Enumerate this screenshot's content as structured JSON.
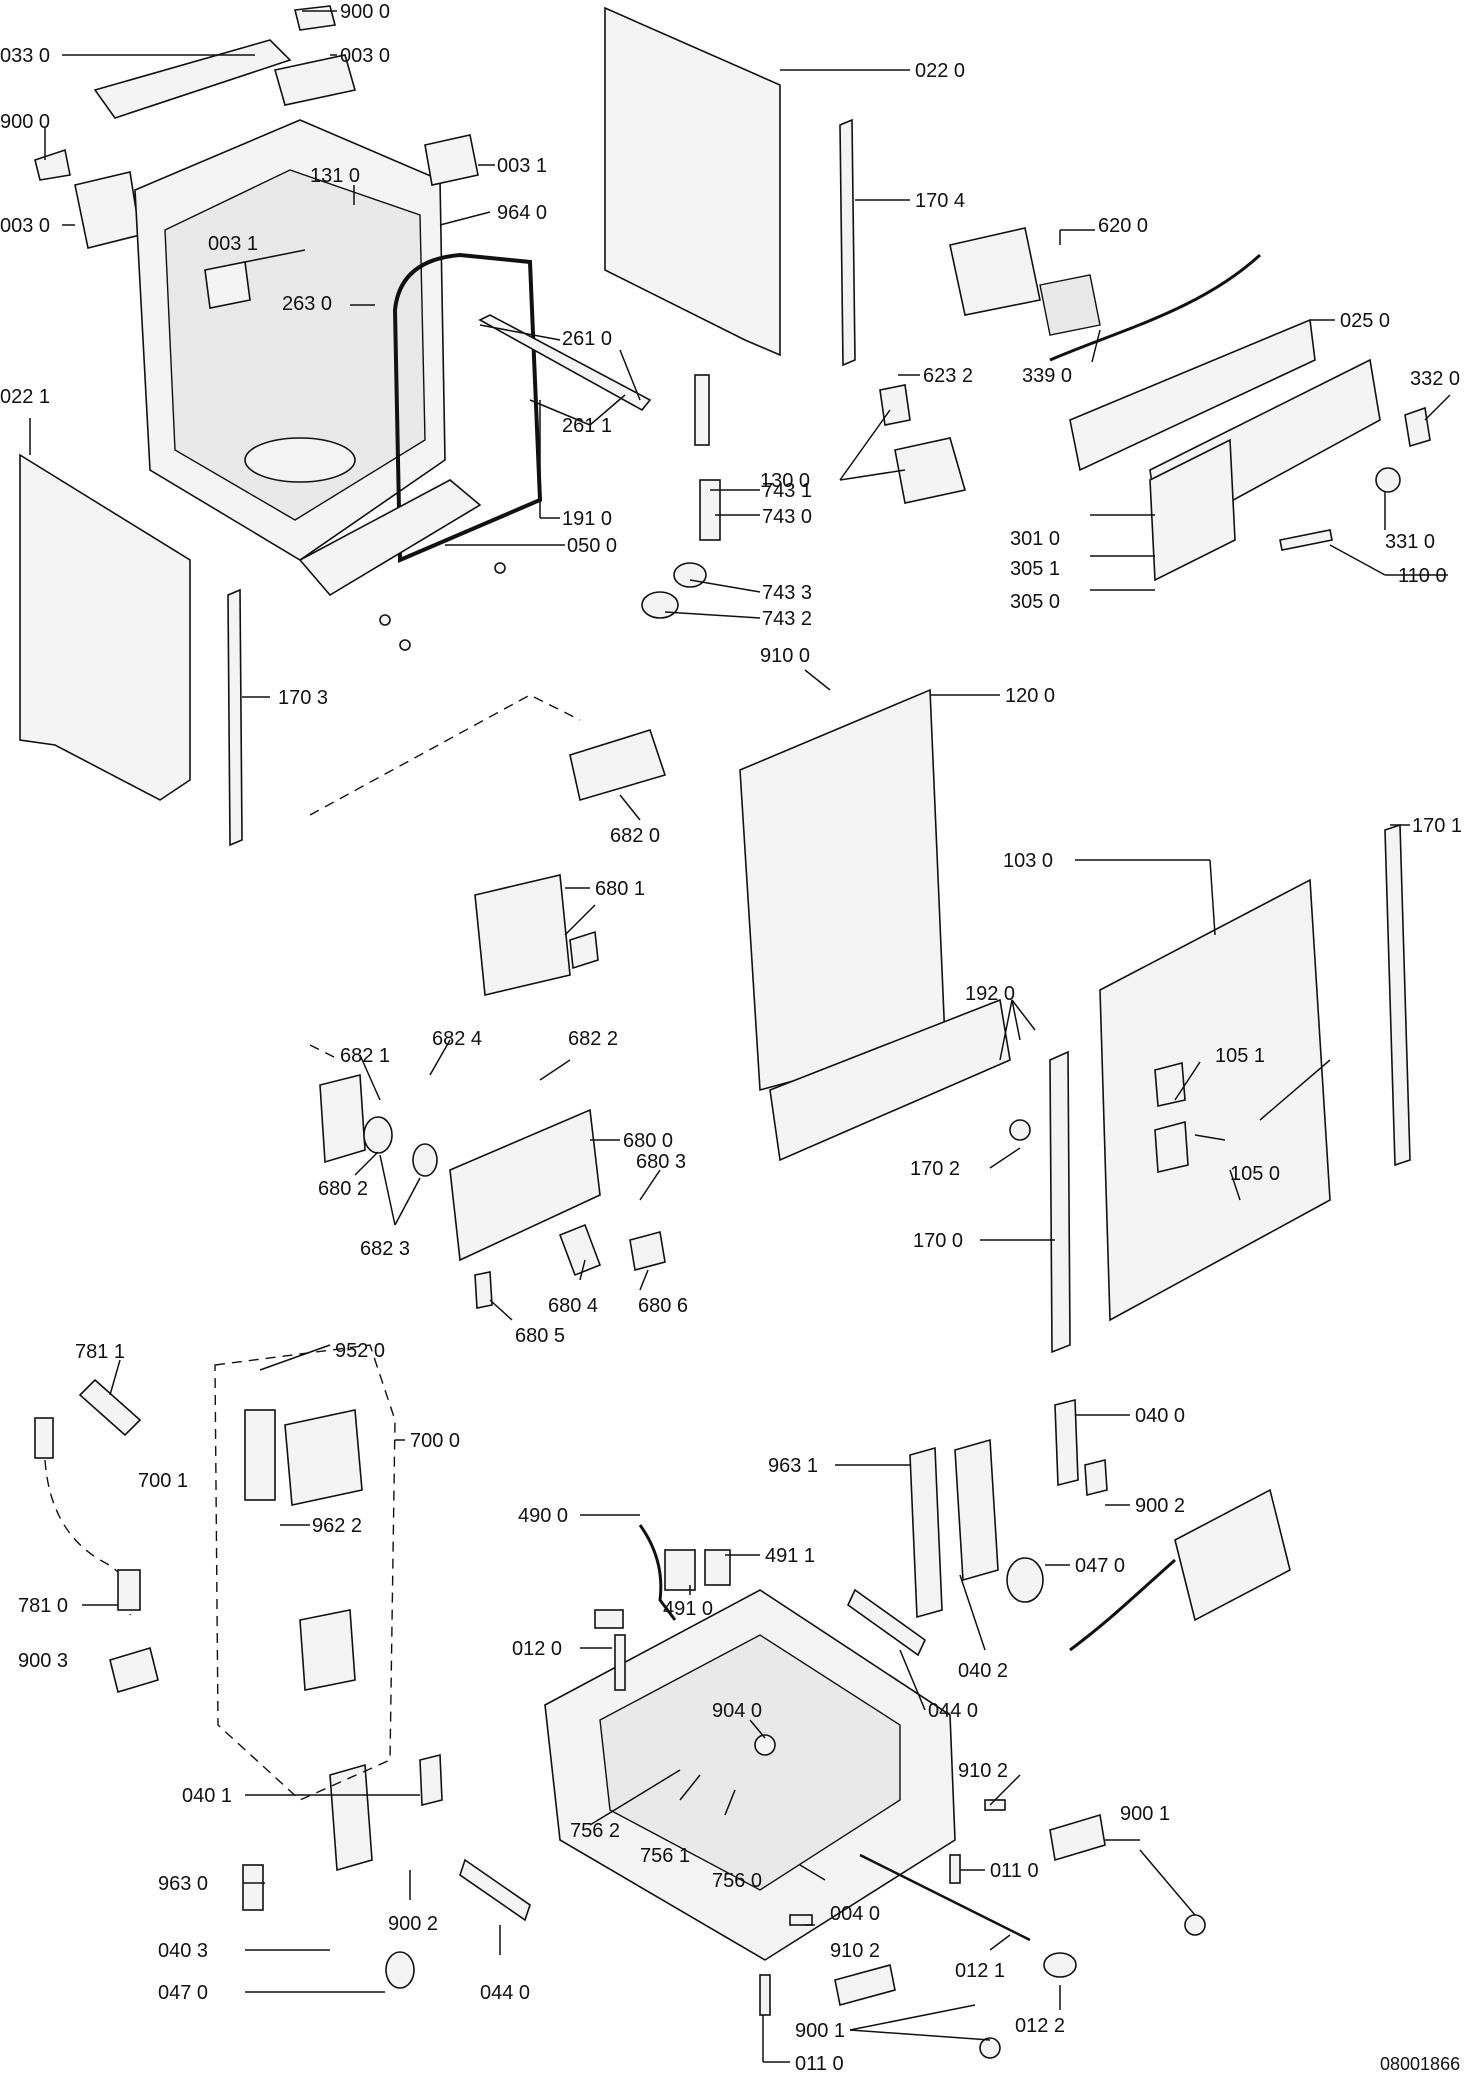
{
  "document_id": "08001866",
  "labels": {
    "l_9000_a": "900 0",
    "l_0330": "033 0",
    "l_0030_a": "003 0",
    "l_9000_b": "900 0",
    "l_0030_b": "003 0",
    "l_0031_a": "003 1",
    "l_1310": "131 0",
    "l_9640": "964 0",
    "l_0031_b": "003 1",
    "l_2630": "263 0",
    "l_2610": "261 0",
    "l_2611": "261 1",
    "l_1910": "191 0",
    "l_0500": "050 0",
    "l_0221": "022 1",
    "l_1703": "170 3",
    "l_0220": "022 0",
    "l_1704": "170 4",
    "l_6200": "620 0",
    "l_0250": "025 0",
    "l_3390": "339 0",
    "l_3320": "332 0",
    "l_6232": "623 2",
    "l_1300": "130 0",
    "l_7431": "743 1",
    "l_7430": "743 0",
    "l_7433": "743 3",
    "l_7432": "743 2",
    "l_3010": "301 0",
    "l_3051": "305 1",
    "l_3050": "305 0",
    "l_3310": "331 0",
    "l_1100": "110 0",
    "l_9100": "910 0",
    "l_1200": "120 0",
    "l_6820": "682 0",
    "l_6801": "680 1",
    "l_1030": "103 0",
    "l_1701": "170 1",
    "l_1920": "192 0",
    "l_1051": "105 1",
    "l_1050": "105 0",
    "l_1702": "170 2",
    "l_1700": "170 0",
    "l_6821": "682 1",
    "l_6824": "682 4",
    "l_6822": "682 2",
    "l_6800": "680 0",
    "l_6802": "680 2",
    "l_6823": "682 3",
    "l_6803": "680 3",
    "l_6804": "680 4",
    "l_6806": "680 6",
    "l_6805": "680 5",
    "l_7811": "781 1",
    "l_9520": "952 0",
    "l_7000": "700 0",
    "l_7001": "700 1",
    "l_9622": "962 2",
    "l_7810": "781 0",
    "l_9003": "900 3",
    "l_4900": "490 0",
    "l_4911": "491 1",
    "l_4910": "491 0",
    "l_9631": "963 1",
    "l_0400": "040 0",
    "l_9002_a": "900 2",
    "l_0470_a": "047 0",
    "l_0402": "040 2",
    "l_0440_a": "044 0",
    "l_0120": "012 0",
    "l_9040": "904 0",
    "l_9102_a": "910 2",
    "l_0401": "040 1",
    "l_7562": "756 2",
    "l_7561": "756 1",
    "l_7560": "756 0",
    "l_0110_a": "011 0",
    "l_9001_a": "900 1",
    "l_9630": "963 0",
    "l_9002_b": "900 2",
    "l_0403": "040 3",
    "l_0470_b": "047 0",
    "l_0440_b": "044 0",
    "l_0040": "004 0",
    "l_9102_b": "910 2",
    "l_0121": "012 1",
    "l_0122": "012 2",
    "l_9001_b": "900 1",
    "l_0110_b": "011 0"
  }
}
